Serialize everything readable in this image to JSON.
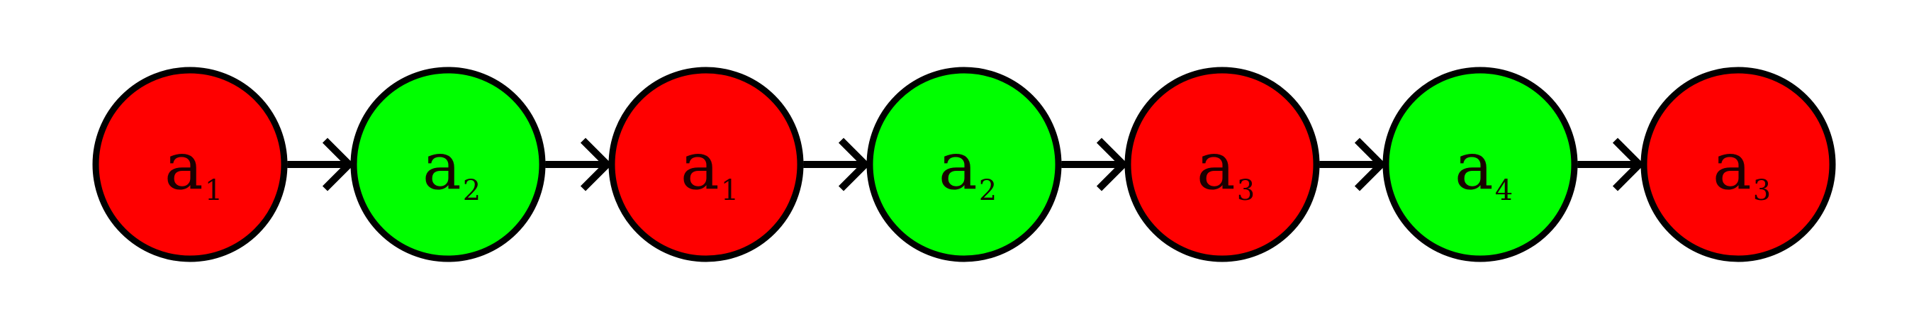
{
  "diagram": {
    "colors": {
      "red": "#ff0000",
      "green": "#00ff00",
      "outline": "#000000",
      "arrow": "#000000"
    },
    "nodes": [
      {
        "letter": "a",
        "sub": "1",
        "color": "red"
      },
      {
        "letter": "a",
        "sub": "2",
        "color": "green"
      },
      {
        "letter": "a",
        "sub": "1",
        "color": "red"
      },
      {
        "letter": "a",
        "sub": "2",
        "color": "green"
      },
      {
        "letter": "a",
        "sub": "3",
        "color": "red"
      },
      {
        "letter": "a",
        "sub": "4",
        "color": "green"
      },
      {
        "letter": "a",
        "sub": "3",
        "color": "red"
      }
    ]
  }
}
